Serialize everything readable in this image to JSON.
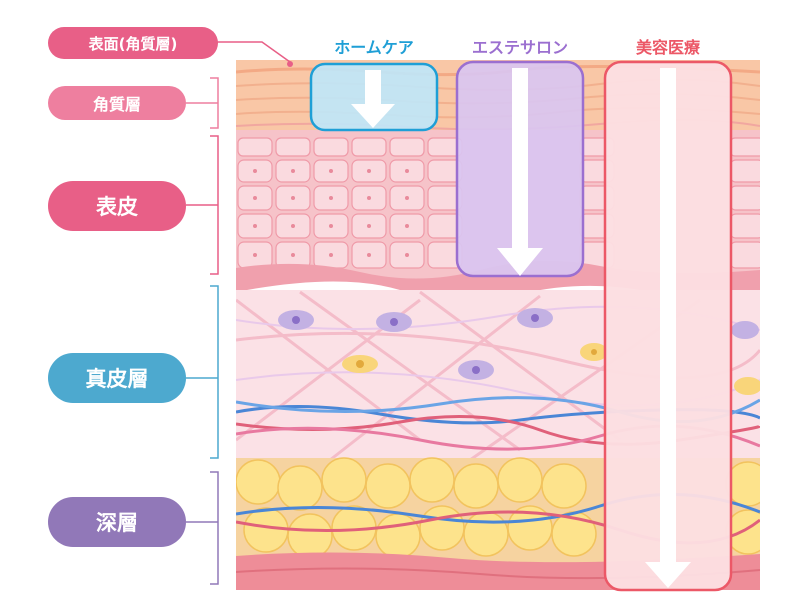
{
  "labels": {
    "surface": "表面(角質層)",
    "stratum_corneum": "角質層",
    "epidermis": "表皮",
    "dermis": "真皮層",
    "deep": "深層"
  },
  "columns": {
    "home_care": "ホームケア",
    "esthetic_salon": "エステサロン",
    "medical": "美容医療"
  },
  "colors": {
    "pink_label": "#e85f87",
    "pink_light_label": "#ee7f9f",
    "blue_label": "#4da9cf",
    "purple_label": "#9178b8",
    "home_care": "#1f9fd6",
    "esthetic_salon": "#9b6fd0",
    "medical": "#ec5867"
  }
}
